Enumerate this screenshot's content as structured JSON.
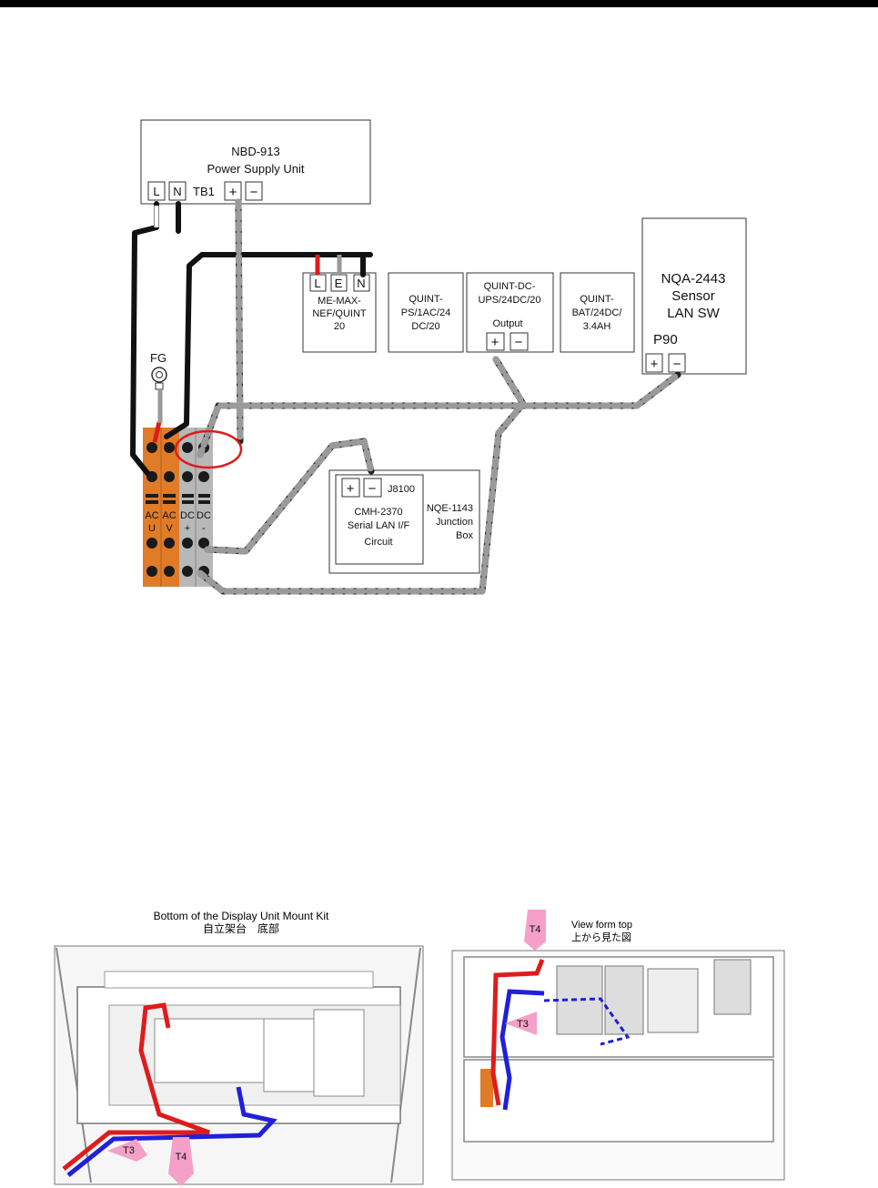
{
  "wiring": {
    "psu": {
      "model": "NBD-913",
      "name": "Power Supply Unit",
      "tb": "TB1",
      "L": "L",
      "N": "N",
      "plus": "+",
      "minus": "−"
    },
    "memax": {
      "L": "L",
      "E": "E",
      "N": "N",
      "l1": "ME-MAX-",
      "l2": "NEF/QUINT",
      "l3": "20"
    },
    "quintps": {
      "l1": "QUINT-",
      "l2": "PS/1AC/24",
      "l3": "DC/20"
    },
    "quintups": {
      "l1": "QUINT-DC-",
      "l2": "UPS/24DC/20",
      "out": "Output",
      "plus": "+",
      "minus": "−"
    },
    "quintbat": {
      "l1": "QUINT-",
      "l2": "BAT/24DC/",
      "l3": "3.4AH"
    },
    "nqa": {
      "l1": "NQA-2443",
      "l2": "Sensor",
      "l3": "LAN SW",
      "port": "P90",
      "plus": "+",
      "minus": "−"
    },
    "fg": "FG",
    "terminal": {
      "ac": "AC",
      "acu": "U",
      "acv": "V",
      "dc": "DC",
      "dcp": "+",
      "dcm": "-"
    },
    "cmh": {
      "l1": "CMH-2370",
      "l2": "Serial LAN I/F",
      "l3": "Circuit",
      "plus": "+",
      "minus": "−",
      "j": "J8100"
    },
    "nqe": {
      "l1": "NQE-1143",
      "l2": "Junction",
      "l3": "Box"
    },
    "colors": {
      "ac": "#111111",
      "live": "#e01b1b",
      "dc_twist_light": "#9a9a9a",
      "dc_twist_dark": "#222222",
      "orange": "#e07b28",
      "grey_block": "#b8b8b8"
    }
  },
  "photos": {
    "left_title_en": "Bottom of the Display Unit Mount Kit",
    "left_title_jp": "自立架台　底部",
    "right_title_en": "View form top",
    "right_title_jp": "上から見た図",
    "callouts": [
      "T3",
      "T4"
    ]
  }
}
